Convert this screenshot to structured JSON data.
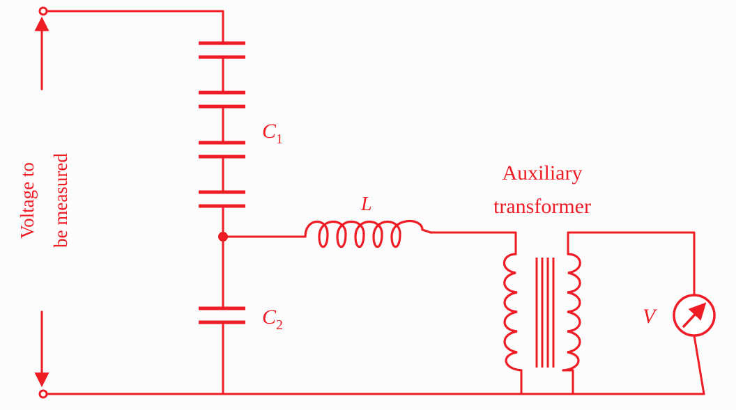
{
  "colors": {
    "ink": "#ee1c25",
    "paper": "#fdfcfc"
  },
  "labels": {
    "c1_symbol": "C",
    "c1_sub": "1",
    "c2_symbol": "C",
    "c2_sub": "2",
    "inductor": "L",
    "transformer_line1": "Auxiliary",
    "transformer_line2": "transformer",
    "voltmeter": "V",
    "measured_line1": "Voltage to",
    "measured_line2": "be measured"
  },
  "icons": [
    "capacitor-stack-icon",
    "inductor-icon",
    "transformer-icon",
    "voltmeter-icon",
    "terminal-icon",
    "arrow-icon"
  ]
}
